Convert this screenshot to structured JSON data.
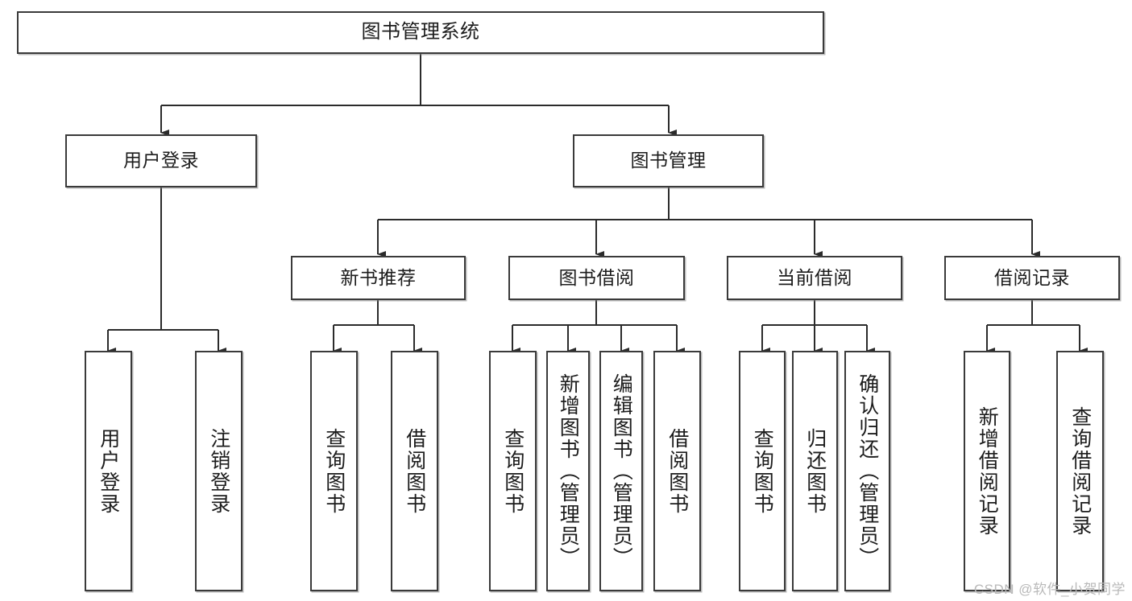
{
  "diagram": {
    "title": "图书管理系统",
    "watermark": "CSDN @软件_小贺同学",
    "colors": {
      "box_border": "#3a3a3a",
      "box_fill": "#ffffff",
      "edge": "#2b2b2b",
      "text": "#1c1c1c",
      "watermark": "#b9b9b9",
      "background": "#ffffff"
    },
    "nodes": {
      "root": {
        "label": "图书管理系统"
      },
      "level2": [
        {
          "label": "用户登录"
        },
        {
          "label": "图书管理"
        }
      ],
      "level3": [
        {
          "label": "新书推荐"
        },
        {
          "label": "图书借阅"
        },
        {
          "label": "当前借阅"
        },
        {
          "label": "借阅记录"
        }
      ],
      "leaves": {
        "user_login": [
          {
            "label": "用户登录"
          },
          {
            "label": "注销登录"
          }
        ],
        "new_book_recommend": [
          {
            "label": "查询图书"
          },
          {
            "label": "借阅图书"
          }
        ],
        "book_borrow": [
          {
            "label": "查询图书"
          },
          {
            "label": "新增图书（管理员）"
          },
          {
            "label": "编辑图书（管理员）"
          },
          {
            "label": "借阅图书"
          }
        ],
        "current_borrow": [
          {
            "label": "查询图书"
          },
          {
            "label": "归还图书"
          },
          {
            "label": "确认归还（管理员）"
          }
        ],
        "borrow_record": [
          {
            "label": "新增借阅记录"
          },
          {
            "label": "查询借阅记录"
          }
        ]
      }
    }
  }
}
